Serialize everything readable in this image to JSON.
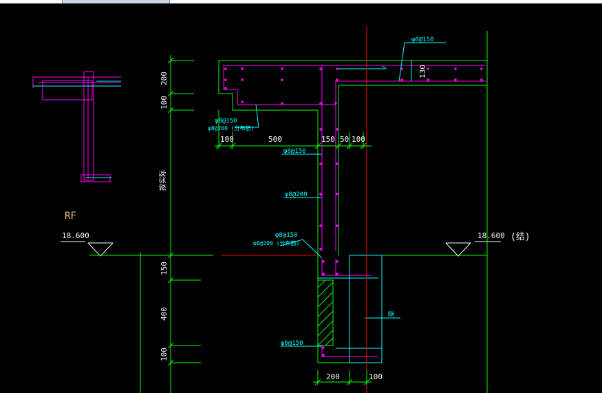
{
  "window": {
    "tab_label": ""
  },
  "colors": {
    "background": "#000000",
    "green": "#00ff00",
    "magenta": "#ff00ff",
    "cyan": "#00ffff",
    "red": "#ff0000",
    "white": "#ffffff",
    "label_tan": "#e0c080"
  },
  "labels": {
    "rf": "RF",
    "elev_left": "18.600",
    "elev_right": "18.600",
    "elev_right_note": "(结)",
    "rebar_top": "φ8@150",
    "dim_130": "130",
    "rebar_a": "φ8@150",
    "rebar_b": "φ8@200 (分布筋)",
    "rebar_c": "φ8@150",
    "rebar_d": "φ8@200",
    "rebar_e": "φ8@150",
    "rebar_f": "φ8@200 (分布筋)",
    "rebar_g": "φ6@150",
    "side_mark": "梁",
    "vertical_note": "按实际"
  },
  "dims_top": [
    "100",
    "500",
    "150",
    "50",
    "100"
  ],
  "dims_left_upper": [
    "200",
    "100"
  ],
  "dims_left_lower": [
    "150",
    "400",
    "100"
  ],
  "dims_bottom": [
    "200",
    "100"
  ]
}
